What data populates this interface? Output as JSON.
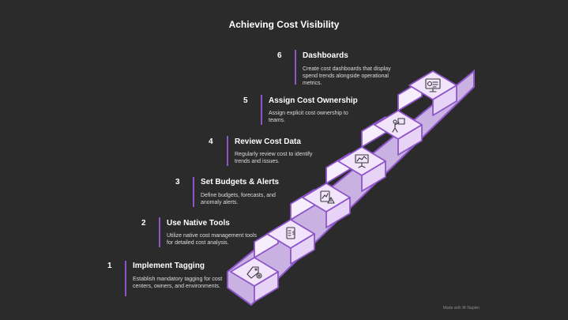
{
  "title": "Achieving Cost Visibility",
  "watermark": "Made with ⌘ Napkin",
  "steps": [
    {
      "number": "1",
      "title": "Implement Tagging",
      "description": "Establish mandatory tagging for cost centers, owners, and environments.",
      "icon": "tag-gear-icon"
    },
    {
      "number": "2",
      "title": "Use Native Tools",
      "description": "Utilize native cost management tools for detailed cost analysis.",
      "icon": "bill-dollar-icon"
    },
    {
      "number": "3",
      "title": "Set Budgets & Alerts",
      "description": "Define budgets, forecasts, and anomaly alerts.",
      "icon": "chart-alert-icon"
    },
    {
      "number": "4",
      "title": "Review Cost Data",
      "description": "Regularly review cost to identify trends and issues.",
      "icon": "presentation-chart-icon"
    },
    {
      "number": "5",
      "title": "Assign Cost Ownership",
      "description": "Assign explicit cost ownership to teams.",
      "icon": "presenter-icon"
    },
    {
      "number": "6",
      "title": "Dashboards",
      "description": "Create cost dashboards that display spend trends alongside operational metrics.",
      "icon": "monitor-dashboard-icon"
    }
  ],
  "colors": {
    "background": "#2b2b2b",
    "stair_face": "#f1e4fb",
    "stair_side": "#c9b2e2",
    "stair_outline": "#8e55c9",
    "accent_bar": "#8e55c9"
  }
}
